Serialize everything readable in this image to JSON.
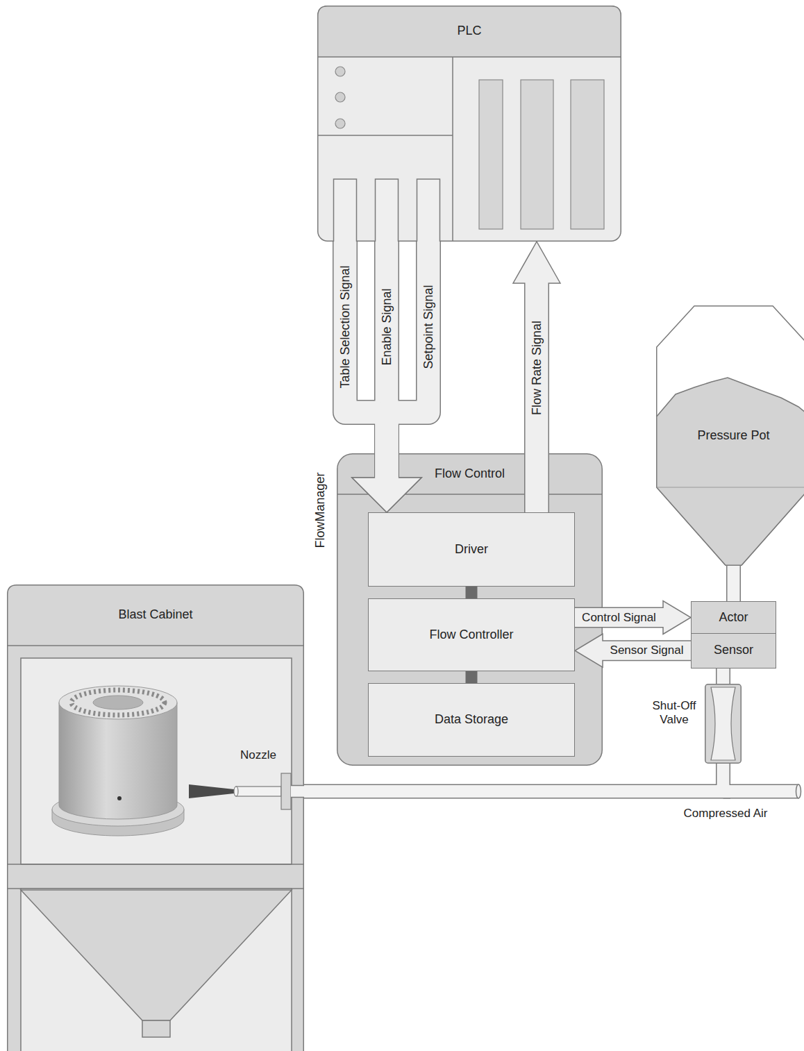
{
  "diagram": {
    "nodes": [
      {
        "text": [
          "PLC"
        ]
      },
      {
        "text": [
          "FlowManager",
          "Flow Control"
        ]
      },
      {
        "text": [
          "Driver"
        ],
        "in": 1
      },
      {
        "text": [
          "Flow Controller"
        ],
        "in": 1
      },
      {
        "text": [
          "Data Storage"
        ],
        "in": 1
      },
      {
        "text": [
          "Pressure Pot"
        ]
      },
      {
        "text": [
          "Actor"
        ]
      },
      {
        "text": [
          "Sensor"
        ]
      },
      {
        "text": [
          "Shut-Off Valve"
        ]
      },
      {
        "text": [
          "Blast Cabinet"
        ]
      }
    ],
    "edges": [
      {
        "from": 0,
        "to": 2,
        "arrow": "to",
        "label": "Table Selection Signal"
      },
      {
        "from": 0,
        "to": 2,
        "arrow": "to",
        "label": "Enable Signal"
      },
      {
        "from": 0,
        "to": 2,
        "arrow": "to",
        "label": "Setpoint Signal"
      },
      {
        "from": 2,
        "to": 0,
        "arrow": "to",
        "label": "Flow Rate Signal"
      },
      {
        "from": 2,
        "to": 3,
        "arrow": "none"
      },
      {
        "from": 3,
        "to": 4,
        "arrow": "none"
      },
      {
        "from": 3,
        "to": 6,
        "arrow": "to",
        "label": "Control Signal"
      },
      {
        "from": 7,
        "to": 3,
        "arrow": "to",
        "label": "Sensor Signal"
      },
      {
        "from": 5,
        "to": 6,
        "arrow": "none"
      },
      {
        "from": 7,
        "to": 8,
        "arrow": "none"
      },
      {
        "from": 8,
        "to": 9,
        "arrow": "none"
      }
    ],
    "labels": [
      "Nozzle",
      "Compressed Air"
    ]
  }
}
